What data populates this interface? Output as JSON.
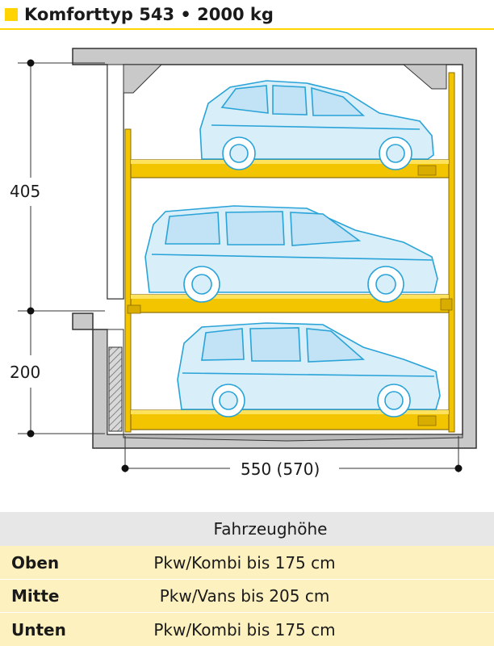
{
  "title": "Komforttyp 543 • 2000 kg",
  "dimensions": {
    "height_total": "405",
    "height_pit": "200",
    "width": "550 (570)"
  },
  "table": {
    "header": "Fahrzeughöhe",
    "rows": [
      {
        "level": "Oben",
        "value": "Pkw/Kombi bis 175 cm"
      },
      {
        "level": "Mitte",
        "value": "Pkw/Vans bis 205 cm"
      },
      {
        "level": "Unten",
        "value": "Pkw/Kombi bis 175 cm"
      }
    ]
  },
  "colors": {
    "accent": "#ffd400",
    "platform": "#f2c500",
    "concrete": "#c9c9c9",
    "car_outline": "#29a3d8",
    "car_fill": "#d8eef9"
  }
}
